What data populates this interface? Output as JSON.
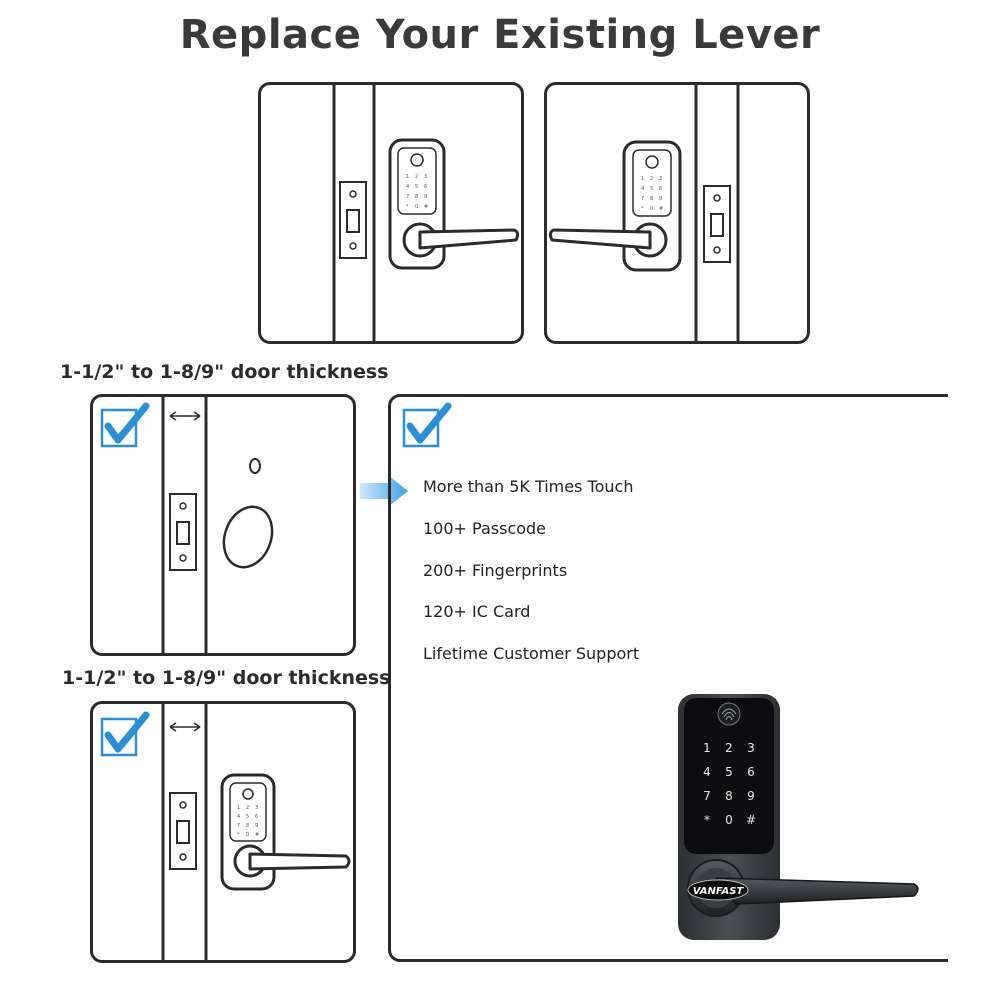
{
  "title": "Replace Your Existing Lever",
  "thickness_label_top": "1-1/2\" to 1-8/9\" door thickness",
  "thickness_label_bottom": "1-1/2\" to 1-8/9\" door thickness",
  "features": [
    "More than 5K Times Touch",
    "100+ Passcode",
    "200+ Fingerprints",
    "120+ IC Card",
    "Lifetime Customer Support"
  ],
  "keypad_keys": [
    "1",
    "2",
    "3",
    "4",
    "5",
    "6",
    "7",
    "8",
    "9",
    "*",
    "0",
    "#"
  ],
  "brand": "VANFAST",
  "colors": {
    "line": "#2b2b2b",
    "check": "#2a8fd6",
    "arrow": "#3fa3e6",
    "lock_body": "#3a3d40",
    "lock_face": "#0d0d0f"
  },
  "icons": [
    "checkmark-icon",
    "double-arrow-icon",
    "arrow-right-icon",
    "fingerprint-icon"
  ]
}
